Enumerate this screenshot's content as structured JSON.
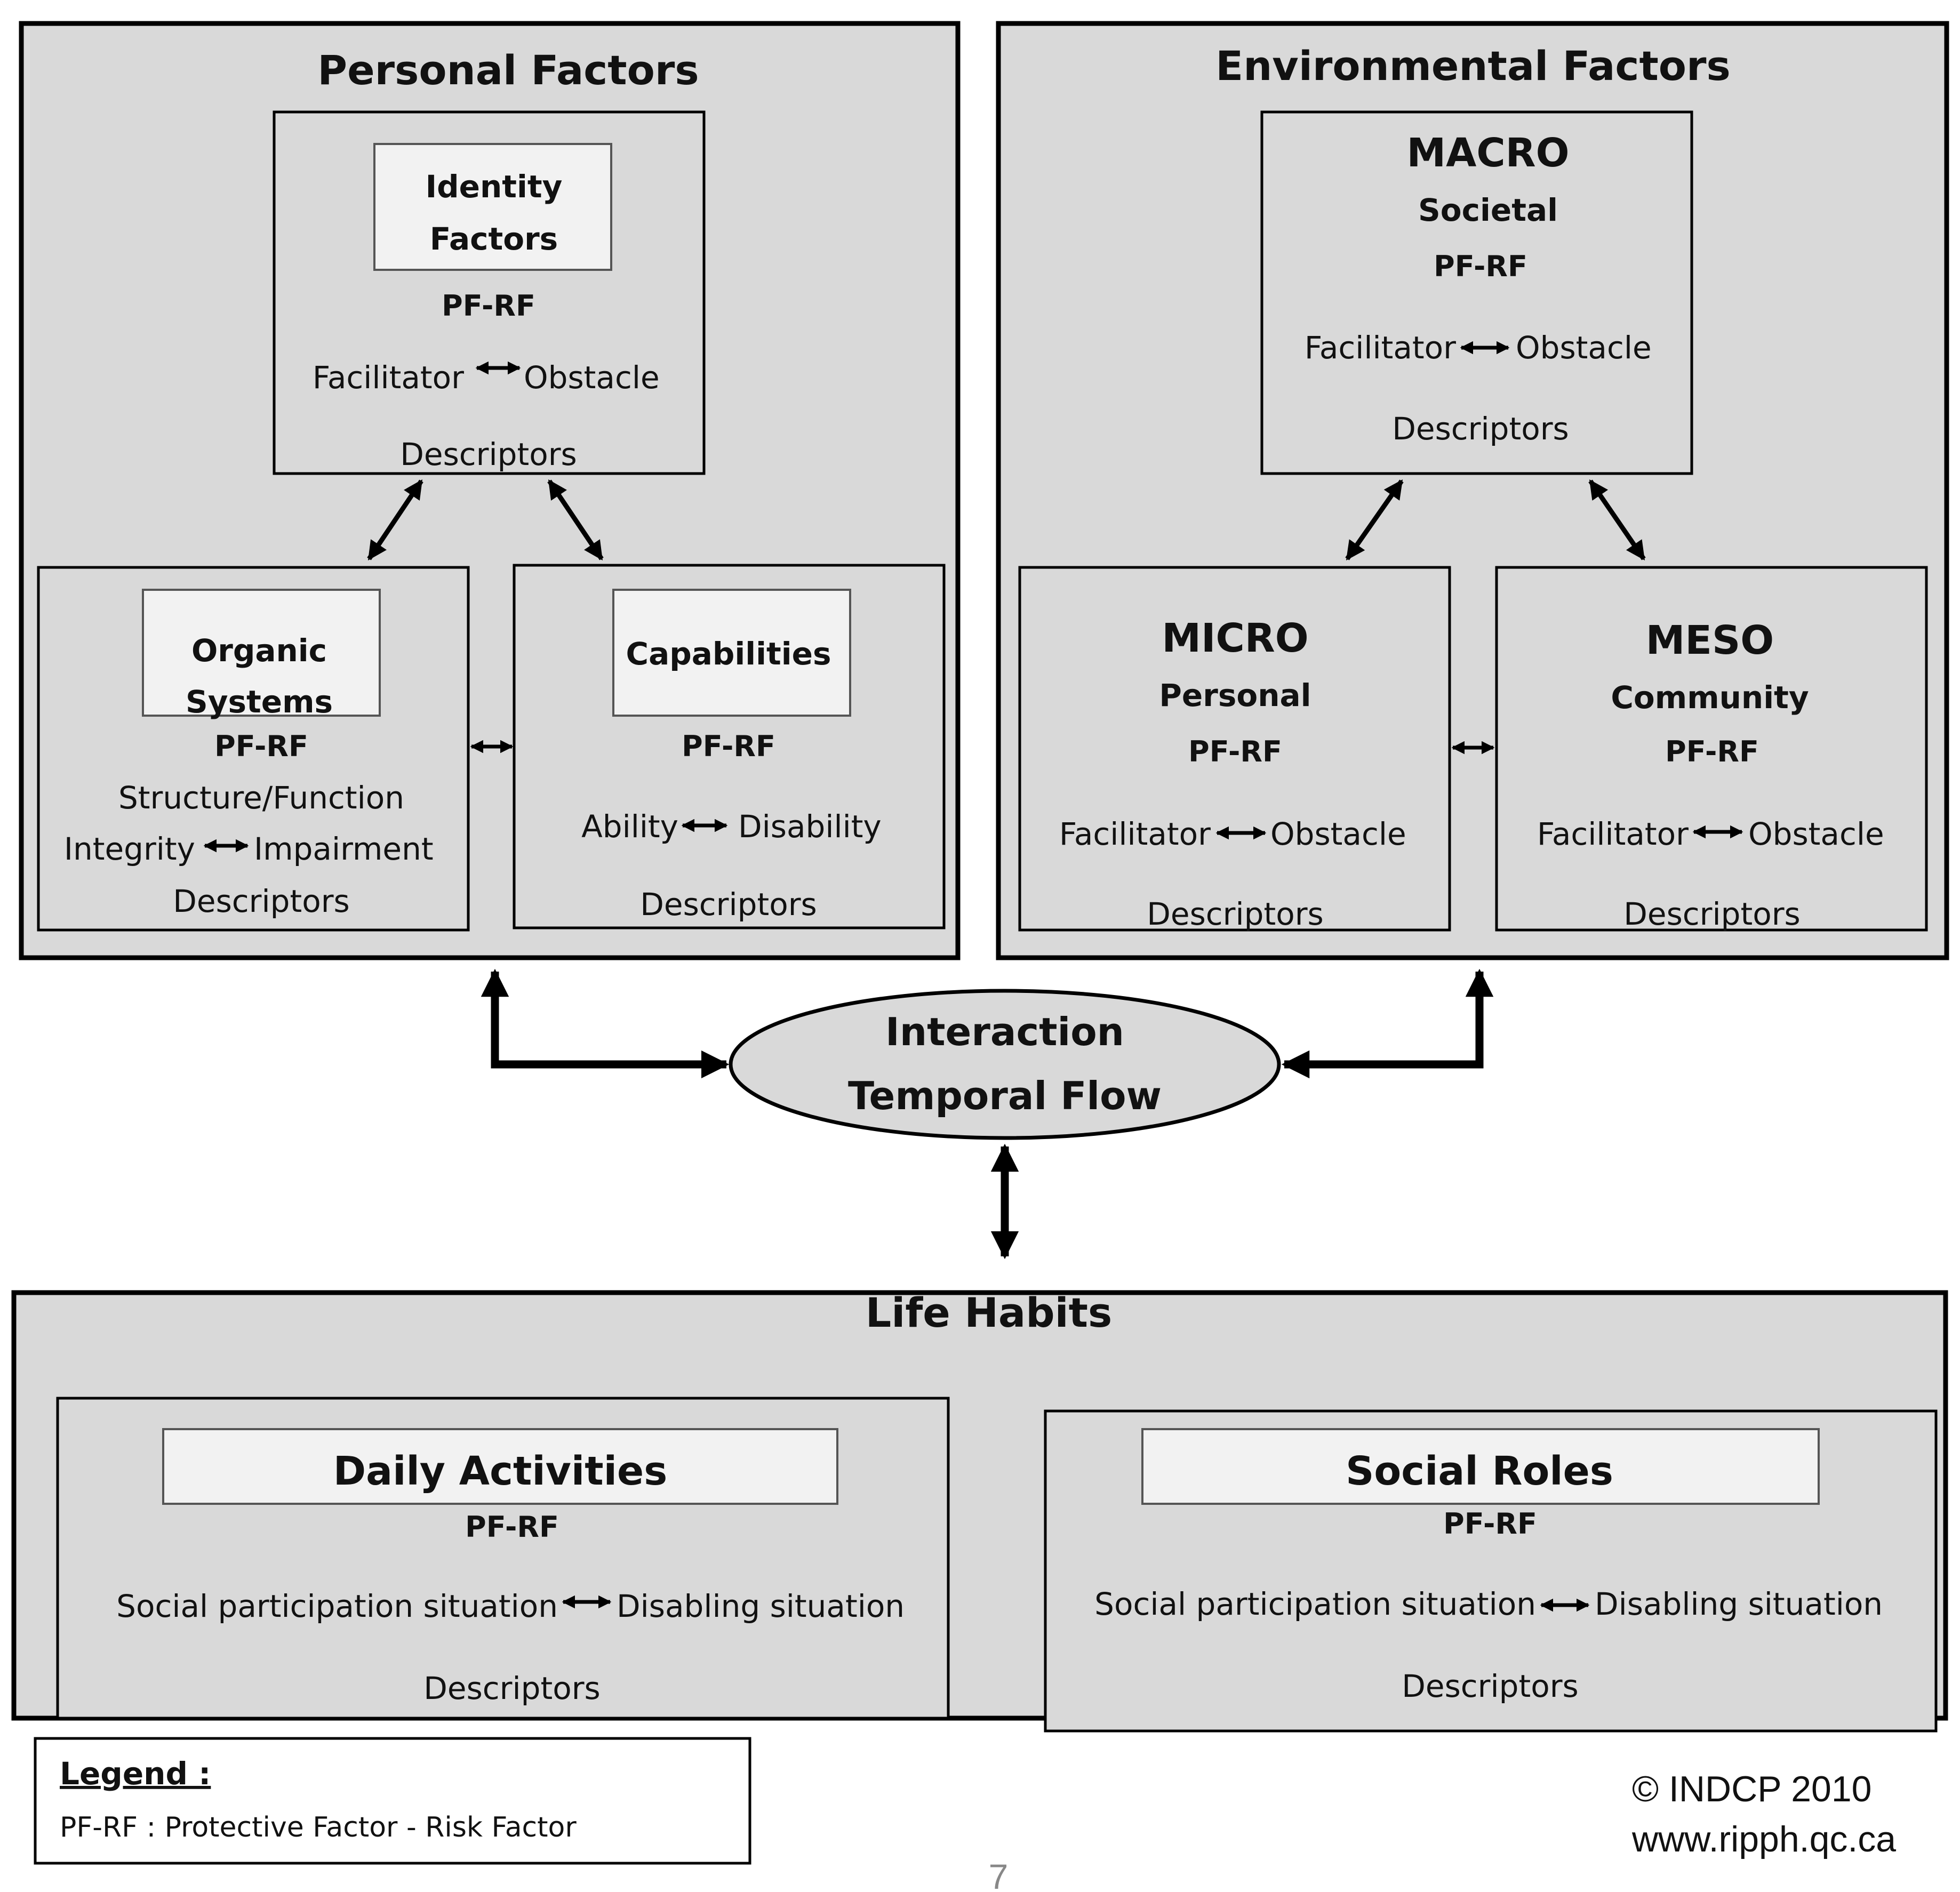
{
  "personal_factors": {
    "title": "Personal Factors",
    "identity": {
      "label_line1": "Identity",
      "label_line2": "Factors",
      "pf_rf": "PF-RF",
      "scale_left": "Facilitator",
      "scale_right": "Obstacle",
      "descriptors": "Descriptors"
    },
    "organic": {
      "label_line1": "Organic",
      "label_line2": "Systems",
      "pf_rf": "PF-RF",
      "structure": "Structure/Function",
      "scale_left": "Integrity",
      "scale_right": "Impairment",
      "descriptors": "Descriptors"
    },
    "capabilities": {
      "label": "Capabilities",
      "pf_rf": "PF-RF",
      "scale_left": "Ability",
      "scale_right": "Disability",
      "descriptors": "Descriptors"
    }
  },
  "environmental_factors": {
    "title": "Environmental Factors",
    "macro": {
      "title": "MACRO",
      "subtitle": "Societal",
      "pf_rf": "PF-RF",
      "scale_left": "Facilitator",
      "scale_right": "Obstacle",
      "descriptors": "Descriptors"
    },
    "micro": {
      "title": "MICRO",
      "subtitle": "Personal",
      "pf_rf": "PF-RF",
      "scale_left": "Facilitator",
      "scale_right": "Obstacle",
      "descriptors": "Descriptors"
    },
    "meso": {
      "title": "MESO",
      "subtitle": "Community",
      "pf_rf": "PF-RF",
      "scale_left": "Facilitator",
      "scale_right": "Obstacle",
      "descriptors": "Descriptors"
    }
  },
  "interaction": {
    "line1": "Interaction",
    "line2": "Temporal Flow"
  },
  "life_habits": {
    "title": "Life Habits",
    "daily": {
      "label": "Daily Activities",
      "pf_rf": "PF-RF",
      "scale_left": "Social participation situation",
      "scale_right": "Disabling situation",
      "descriptors": "Descriptors"
    },
    "social": {
      "label": "Social Roles",
      "pf_rf": "PF-RF",
      "scale_left": "Social participation situation",
      "scale_right": "Disabling situation",
      "descriptors": "Descriptors"
    }
  },
  "legend": {
    "title": "Legend :",
    "entry": "PF-RF : Protective Factor - Risk Factor"
  },
  "footer": {
    "copyright": "© INDCP 2010",
    "url": "www.ripph.qc.ca",
    "page_number": "7"
  },
  "colors": {
    "panel_fill": "#d9d9d9",
    "label_box_fill": "#f2f2f2",
    "stroke": "#000000",
    "page_number": "#888888"
  }
}
